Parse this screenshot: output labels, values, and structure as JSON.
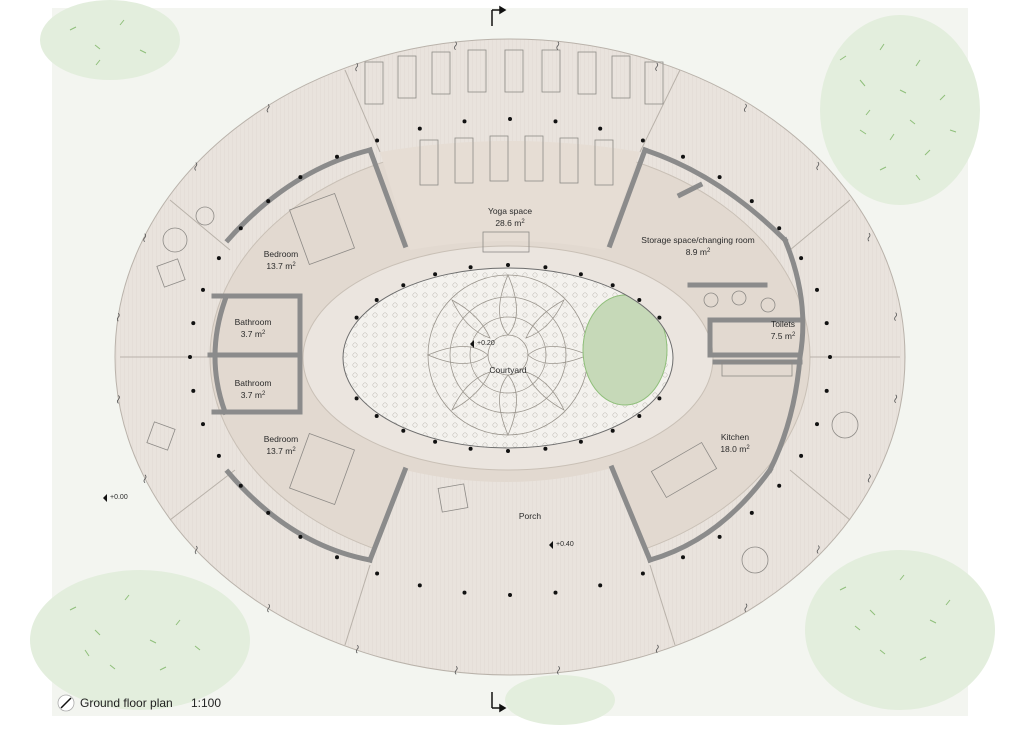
{
  "plan": {
    "caption": "Ground floor plan",
    "scale": "1:100",
    "rooms": [
      {
        "id": "yoga",
        "name": "Yoga space",
        "area": "28.6 m",
        "sup": "2"
      },
      {
        "id": "storage",
        "name": "Storage space/changing room",
        "area": "8.9 m",
        "sup": "2"
      },
      {
        "id": "bedroom1",
        "name": "Bedroom",
        "area": "13.7 m",
        "sup": "2"
      },
      {
        "id": "bathroom1",
        "name": "Bathroom",
        "area": "3.7 m",
        "sup": "2"
      },
      {
        "id": "bathroom2",
        "name": "Bathroom",
        "area": "3.7 m",
        "sup": "2"
      },
      {
        "id": "bedroom2",
        "name": "Bedroom",
        "area": "13.7 m",
        "sup": "2"
      },
      {
        "id": "toilets",
        "name": "Toilets",
        "area": "7.5 m",
        "sup": "2"
      },
      {
        "id": "kitchen",
        "name": "Kitchen",
        "area": "18.0 m",
        "sup": "2"
      },
      {
        "id": "courtyard",
        "name": "Courtyard"
      },
      {
        "id": "porch",
        "name": "Porch"
      }
    ],
    "levels": [
      "+0.20",
      "+0.00",
      "+0.40"
    ],
    "colors": {
      "ground": "#f3f5f0",
      "deck": "#e9e3dd",
      "interior": "#e2d9d0",
      "wall": "#8b8b8b",
      "tree": "#8fbf7a",
      "ink": "#2b2b2b"
    }
  }
}
